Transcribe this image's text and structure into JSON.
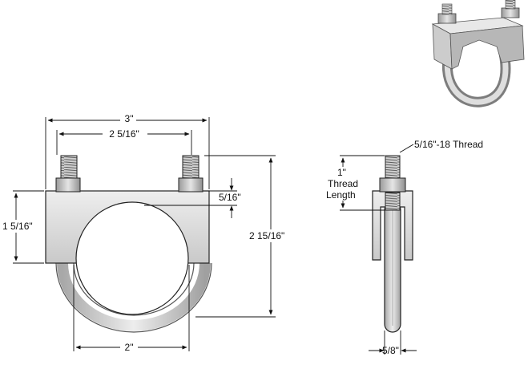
{
  "dimensions": {
    "overall_width": "3\"",
    "bolt_spacing": "2 5/16\"",
    "plate_thickness": "5/16\"",
    "saddle_height": "1 5/16\"",
    "overall_height": "2 15/16\"",
    "inside_width": "2\"",
    "thread_spec": "5/16\"-18 Thread",
    "thread_length_value": "1\"",
    "thread_length_line1": "Thread",
    "thread_length_line2": "Length",
    "rod_width": "5/8\""
  },
  "colors": {
    "metal_light": "#e2e2e2",
    "metal_mid": "#bdbdbd",
    "metal_dark": "#8a8a8a",
    "line": "#111111"
  }
}
